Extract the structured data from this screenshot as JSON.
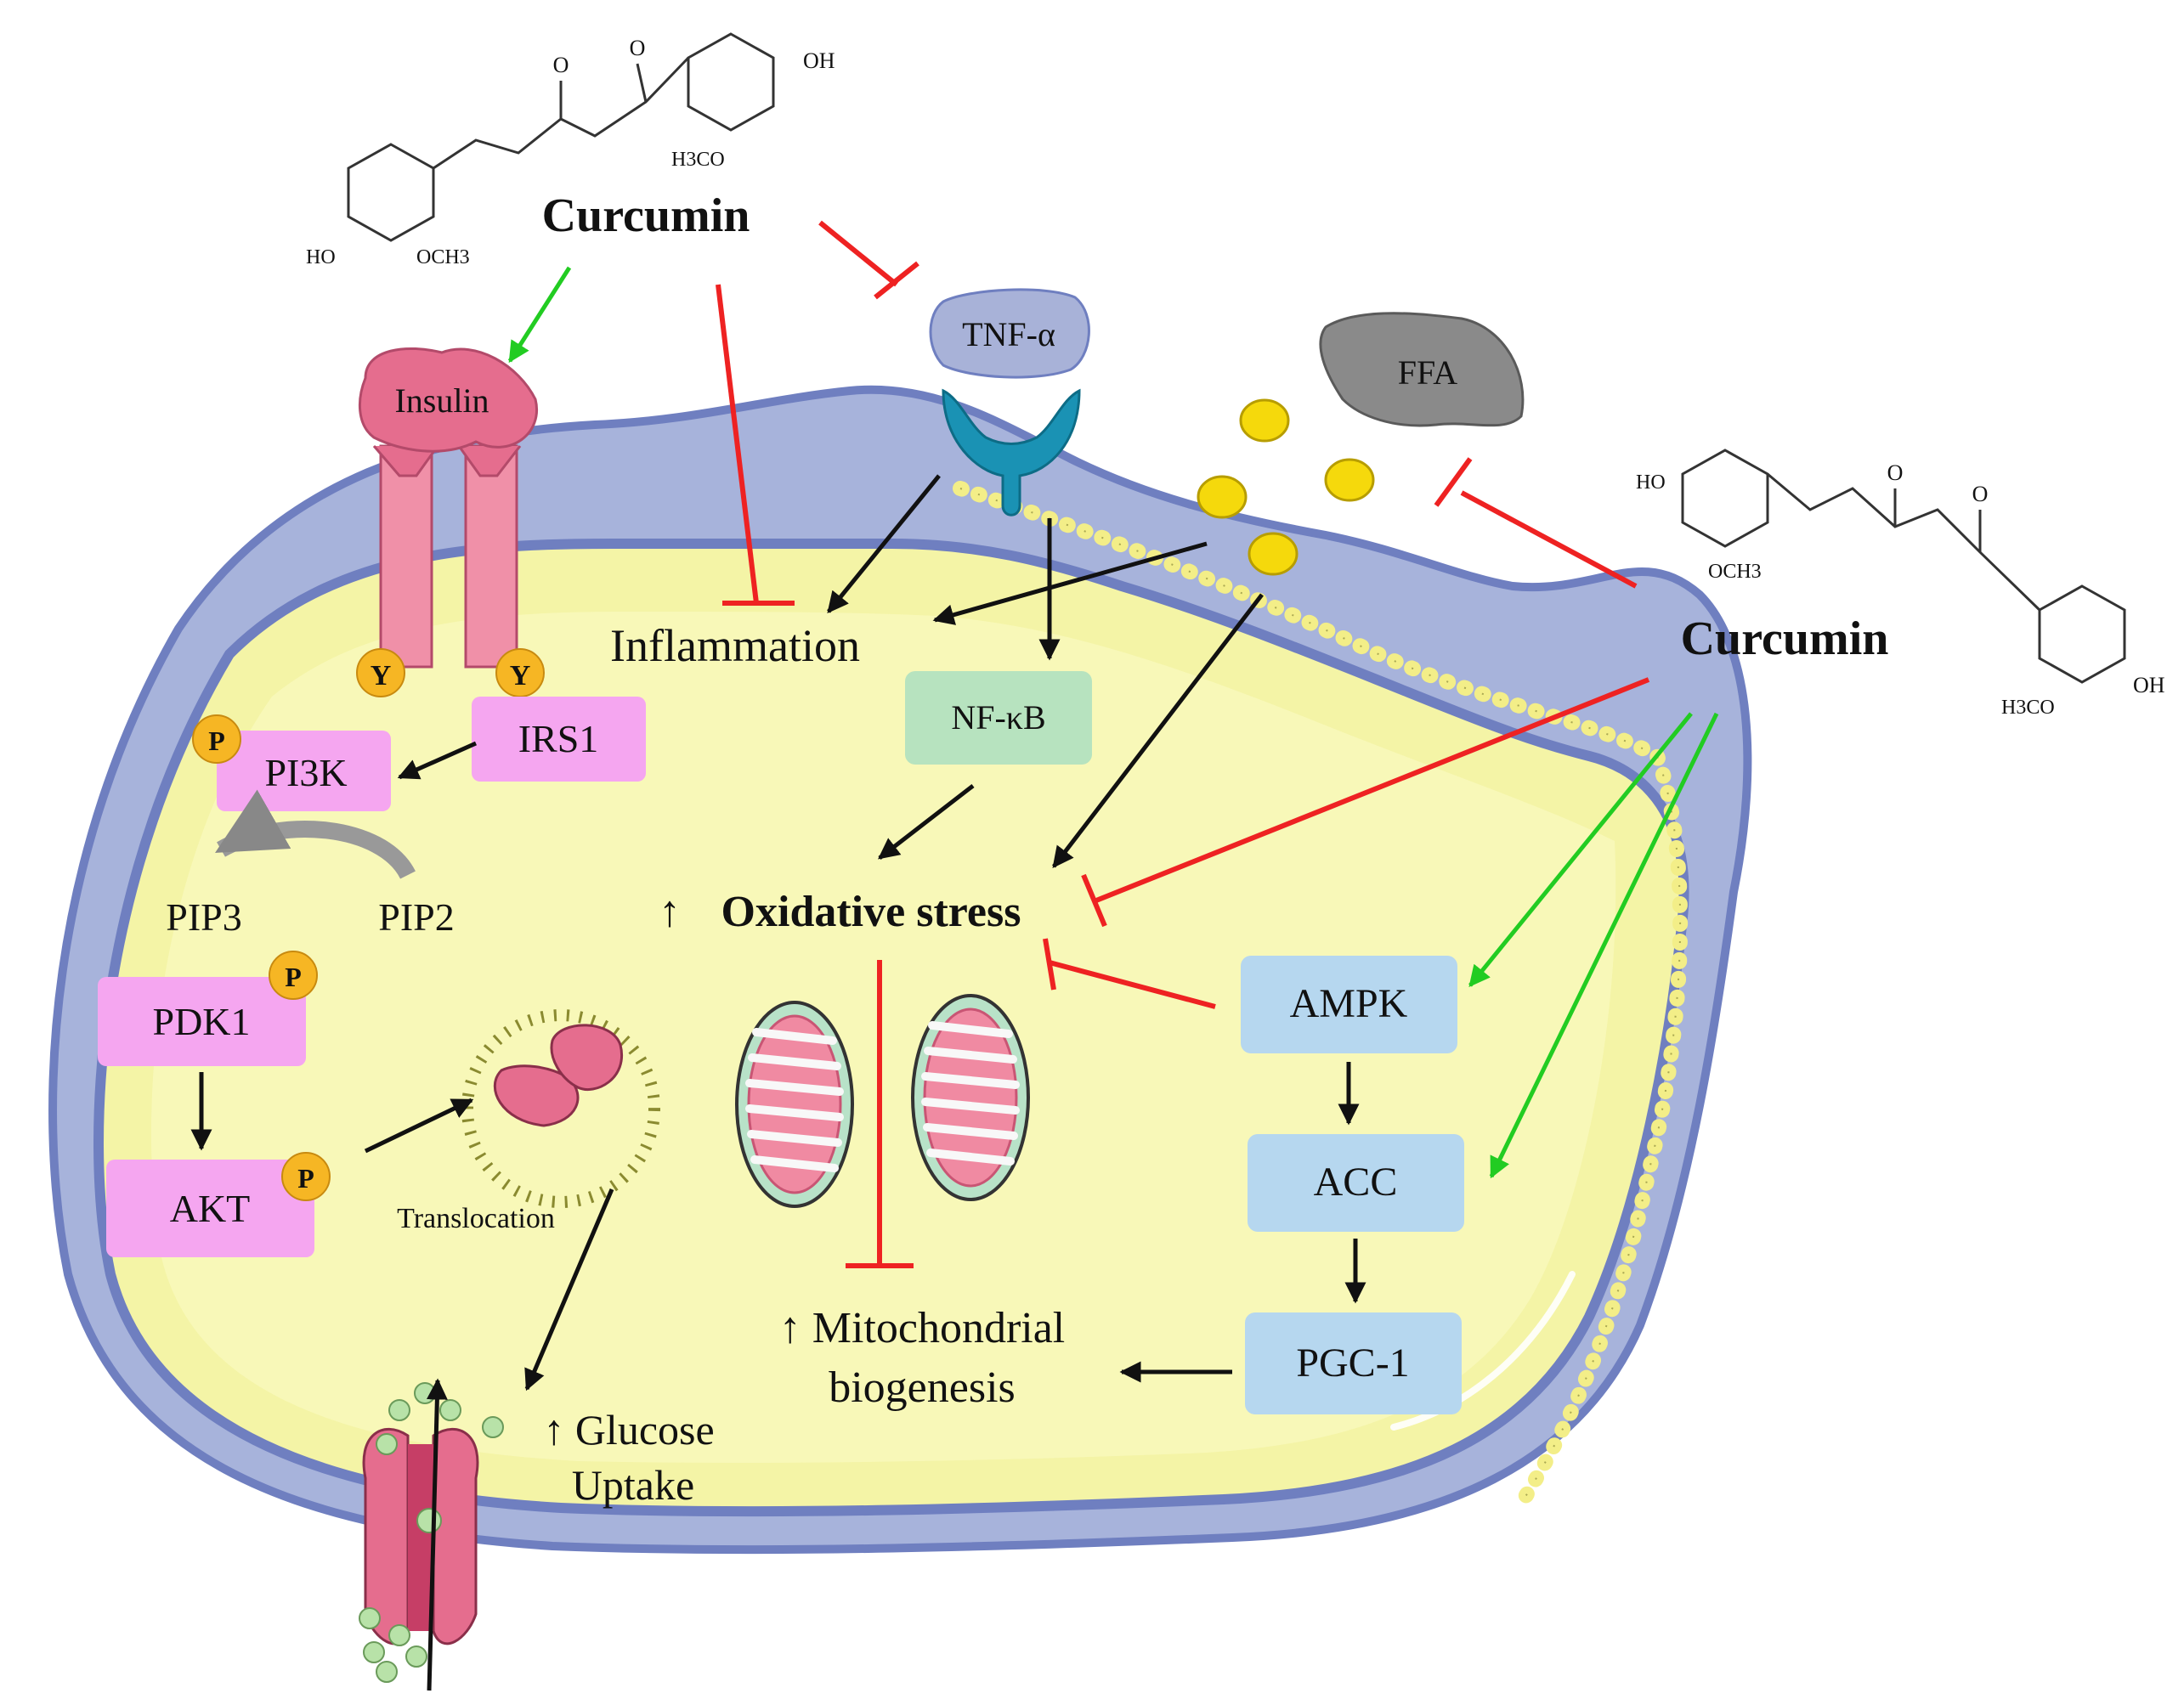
{
  "curcumin_top": {
    "label": "Curcumin",
    "chem": {
      "oh": "OH",
      "h3co": "H3CO",
      "ho": "HO",
      "och3": "OCH3",
      "o1": "O",
      "o2": "O"
    }
  },
  "curcumin_right": {
    "label": "Curcumin",
    "chem": {
      "ho": "HO",
      "och3": "OCH3",
      "h3co": "H3CO",
      "oh": "OH",
      "o1": "O",
      "o2": "O"
    }
  },
  "membrane": {
    "insulin": "Insulin",
    "tnf": "TNF-α",
    "ffa": "FFA"
  },
  "receptor": {
    "y1": "Y",
    "y2": "Y"
  },
  "boxes": {
    "irs1": "IRS1",
    "pi3k": "PI3K",
    "pdk1": "PDK1",
    "akt": "AKT",
    "nfkb": "NF-κB",
    "ampk": "AMPK",
    "acc": "ACC",
    "pgc1": "PGC-1"
  },
  "phospho": {
    "p_pi3k": "P",
    "p_pdk1": "P",
    "p_akt": "P"
  },
  "labels": {
    "inflammation": "Inflammation",
    "pip3": "PIP3",
    "pip2": "PIP2",
    "oxidative_arrow": "↑",
    "oxidative_stress": "Oxidative stress",
    "translocation": "Translocation",
    "glucose_line1": "↑ Glucose",
    "glucose_line2": "Uptake",
    "mito_line1": "↑ Mitochondrial",
    "mito_line2": "biogenesis"
  },
  "colors": {
    "cytoplasm": "#f4f4a6",
    "cytoplasm_inner": "#f8f8b8",
    "membrane": "#a7b3db",
    "membrane_edge": "#6f7fc0",
    "signaling_box": "#f5a6f0",
    "energy_box": "#b6d7ef",
    "nfkb_box": "#b7e3bf",
    "phospho_badge": "#f6b624",
    "activate_arrow": "#22cc22",
    "inhibit_arrow": "#ee2222",
    "receptor": "#f090a8",
    "tnf_receptor": "#1a92b4",
    "tnf": "#a8b2d8",
    "ffa": "#8a8a8a"
  }
}
